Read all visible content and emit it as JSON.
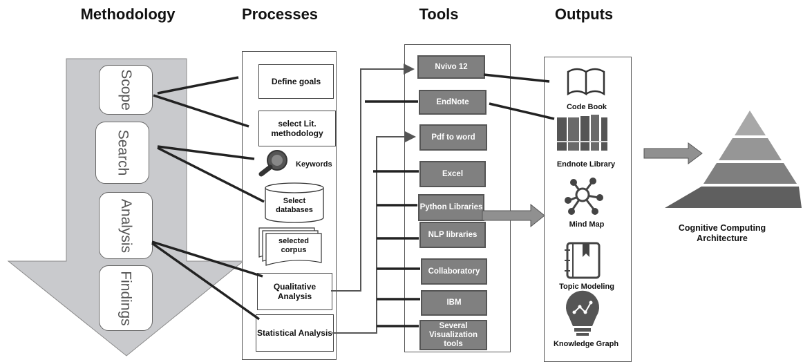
{
  "headers": {
    "methodology": "Methodology",
    "processes": "Processes",
    "tools": "Tools",
    "outputs": "Outputs"
  },
  "methodology": [
    "Scope",
    "Search",
    "Analysis",
    "Findings"
  ],
  "processes": {
    "define_goals": "Define goals",
    "select_lit": "select Lit. methodology",
    "keywords": "Keywords",
    "select_databases": "Select databases",
    "selected_corpus": "selected corpus",
    "qualitative": "Qualitative Analysis",
    "statistical": "Statistical Analysis"
  },
  "tools": [
    "Nvivo 12",
    "EndNote",
    "Pdf to word",
    "Excel",
    "Python Libraries",
    "NLP libraries",
    "Collaboratory",
    "IBM",
    "Several Visualization tools"
  ],
  "outputs": [
    "Code Book",
    "Endnote Library",
    "Mind Map",
    "Topic Modeling",
    "Knowledge Graph"
  ],
  "architecture_label": "Cognitive Computing Architecture"
}
